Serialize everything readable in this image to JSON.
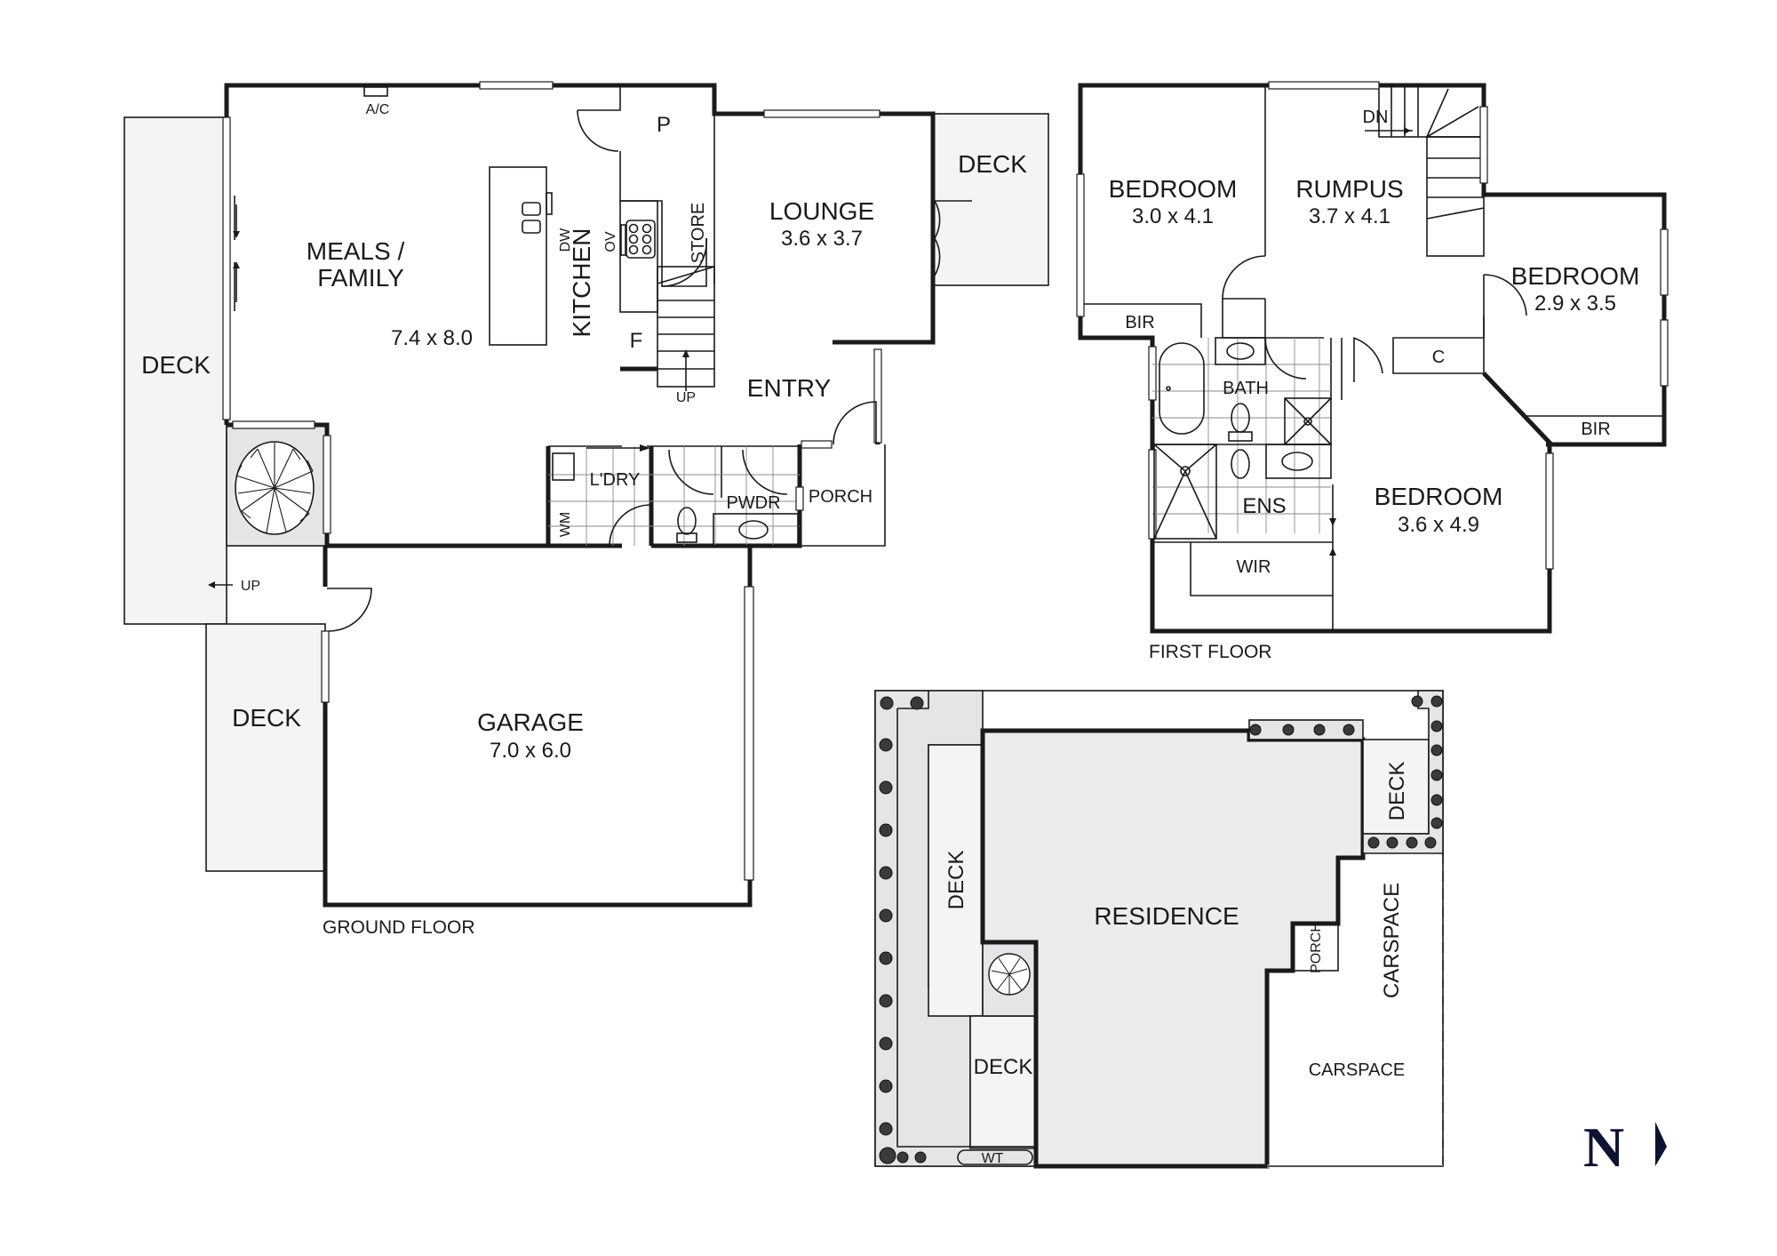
{
  "ground_floor": {
    "caption": "GROUND FLOOR",
    "rooms": {
      "meals_family": {
        "name_line1": "MEALS /",
        "name_line2": "FAMILY",
        "size": "7.4 x 8.0"
      },
      "kitchen": {
        "name": "KITCHEN"
      },
      "pantry": {
        "name": "P"
      },
      "store": {
        "name": "STORE"
      },
      "fridge": {
        "name": "F"
      },
      "lounge": {
        "name": "LOUNGE",
        "size": "3.6 x 3.7"
      },
      "entry": {
        "name": "ENTRY"
      },
      "laundry": {
        "name": "L'DRY"
      },
      "powder": {
        "name": "PWDR"
      },
      "porch": {
        "name": "PORCH"
      },
      "garage": {
        "name": "GARAGE",
        "size": "7.0 x 6.0"
      },
      "deck_west": {
        "name": "DECK"
      },
      "deck_south": {
        "name": "DECK"
      },
      "deck_lounge": {
        "name": "DECK"
      }
    },
    "fixtures": {
      "ac": "A/C",
      "dishwasher": "DW",
      "oven": "OV",
      "washing_machine": "WM",
      "stairs_up": "UP",
      "deck_up": "UP"
    }
  },
  "first_floor": {
    "caption": "FIRST FLOOR",
    "rooms": {
      "bedroom_1": {
        "name": "BEDROOM",
        "size": "3.0 x 4.1"
      },
      "rumpus": {
        "name": "RUMPUS",
        "size": "3.7 x 4.1"
      },
      "bedroom_2": {
        "name": "BEDROOM",
        "size": "2.9 x 3.5"
      },
      "bedroom_3": {
        "name": "BEDROOM",
        "size": "3.6 x 4.9"
      },
      "bir_1": {
        "name": "BIR"
      },
      "bir_2": {
        "name": "BIR"
      },
      "linen": {
        "name": "C"
      },
      "bath": {
        "name": "BATH"
      },
      "ensuite": {
        "name": "ENS"
      },
      "wir": {
        "name": "WIR"
      }
    },
    "fixtures": {
      "stairs_down": "DN"
    }
  },
  "site_plan": {
    "residence": "RESIDENCE",
    "deck_west": "DECK",
    "deck_southwest": "DECK",
    "deck_east": "DECK",
    "porch": "PORCH",
    "carspace_1": "CARSPACE",
    "carspace_2": "CARSPACE",
    "water_tank": "WT"
  },
  "north_arrow": {
    "label": "N",
    "color": "#0d1330"
  },
  "colors": {
    "wall": "#1a1a1a",
    "deck_fill": "#f4f4f4",
    "residence_fill": "#ececec",
    "garden_fill": "#e4e5e7"
  }
}
